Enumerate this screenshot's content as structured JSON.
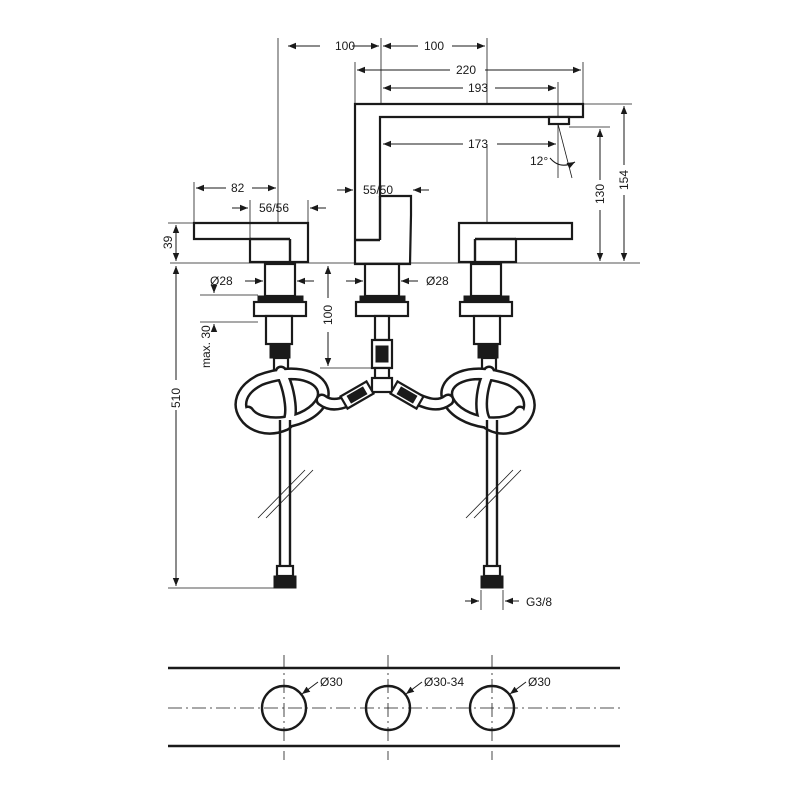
{
  "dimensions": {
    "top_left_100": "100",
    "top_right_100": "100",
    "spout_220": "220",
    "spout_193": "193",
    "spout_173": "173",
    "angle_12": "12°",
    "left_82": "82",
    "left_56_56": "56/56",
    "center_55_50": "55/50",
    "height_39": "39",
    "dia_28_left": "Ø28",
    "dia_28_right": "Ø28",
    "depth_100": "100",
    "max_30": "max. 30",
    "length_510": "510",
    "height_130": "130",
    "height_154": "154",
    "thread_g38": "G3/8"
  },
  "plan_view": {
    "hole_left": "Ø30",
    "hole_center": "Ø30-34",
    "hole_right": "Ø30"
  },
  "colors": {
    "line": "#1a1a1a",
    "background": "#ffffff"
  }
}
